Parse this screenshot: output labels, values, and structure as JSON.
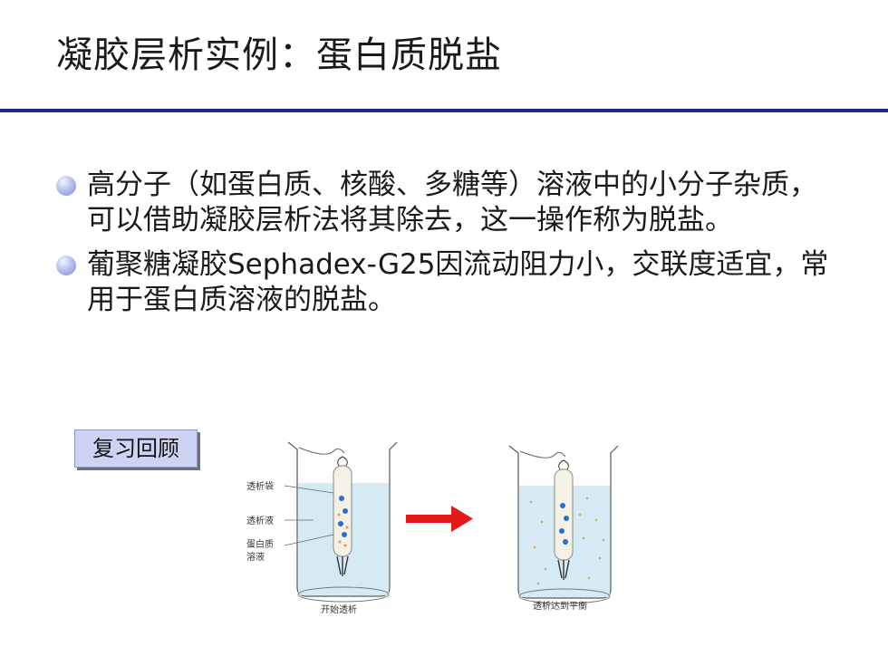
{
  "slide": {
    "title": "凝胶层析实例：蛋白质脱盐",
    "bullets": [
      "高分子（如蛋白质、核酸、多糖等）溶液中的小分子杂质，可以借助凝胶层析法将其除去，这一操作称为脱盐。",
      "葡聚糖凝胶Sephadex-G25因流动阻力小，交联度适宜，常用于蛋白质溶液的脱盐。"
    ],
    "review_button": "复习回顾"
  },
  "figure": {
    "labels": {
      "bag": "透析袋",
      "solution": "透析液",
      "protein_1": "蛋白质",
      "protein_2": "溶液",
      "start": "开始透析",
      "equilibrium": "透析达到平衡"
    },
    "colors": {
      "arrow": "#e3191b",
      "liquid": "#cfe6f2",
      "bead": "#2a6ed1"
    }
  }
}
